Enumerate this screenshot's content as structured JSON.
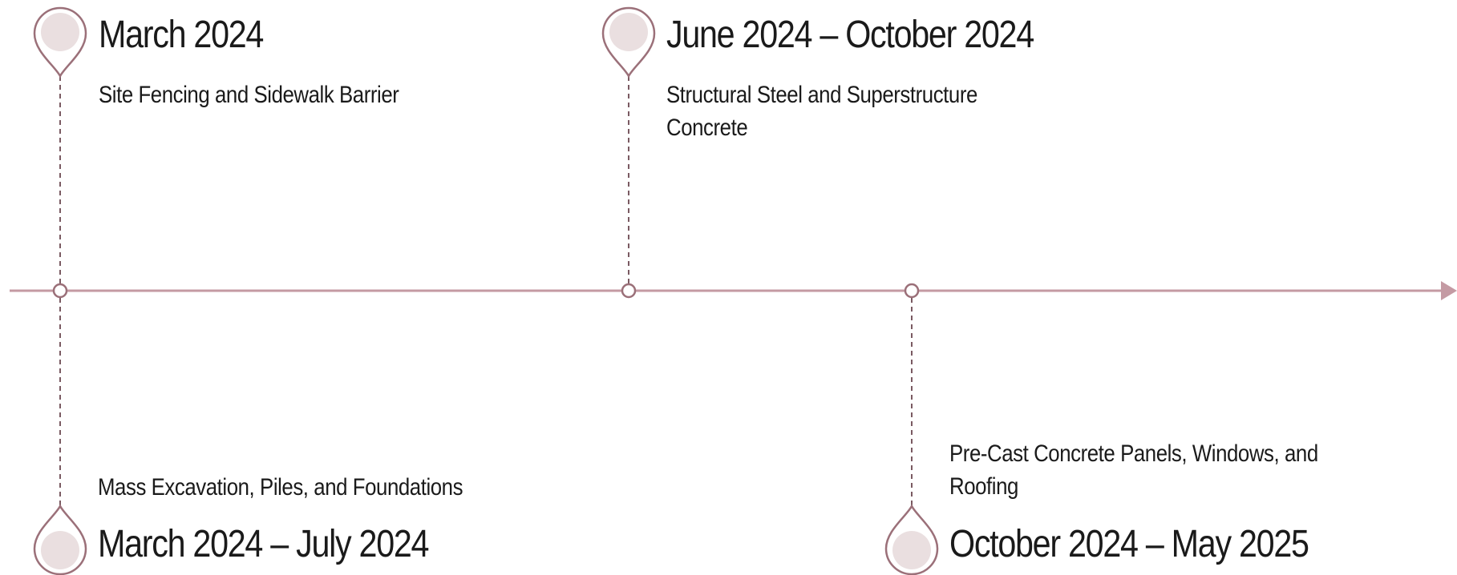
{
  "colors": {
    "axis": "#c49aa3",
    "marker_stroke": "#9b7079",
    "marker_fill": "#eadfe0",
    "connector": "#7a5a62",
    "text": "#1a1a1a"
  },
  "milestones": [
    {
      "date": "March 2024",
      "description": "Site Fencing and Sidewalk Barrier",
      "side": "above",
      "order": 1
    },
    {
      "date": "March 2024 – July 2024",
      "description": "Mass Excavation, Piles, and Foundations",
      "side": "below",
      "order": 1
    },
    {
      "date": "June 2024 – October 2024",
      "description": "Structural Steel and Superstructure Concrete",
      "side": "above",
      "order": 2
    },
    {
      "date": "October 2024 – May 2025",
      "description": "Pre-Cast Concrete Panels, Windows, and Roofing",
      "side": "below",
      "order": 3
    }
  ]
}
